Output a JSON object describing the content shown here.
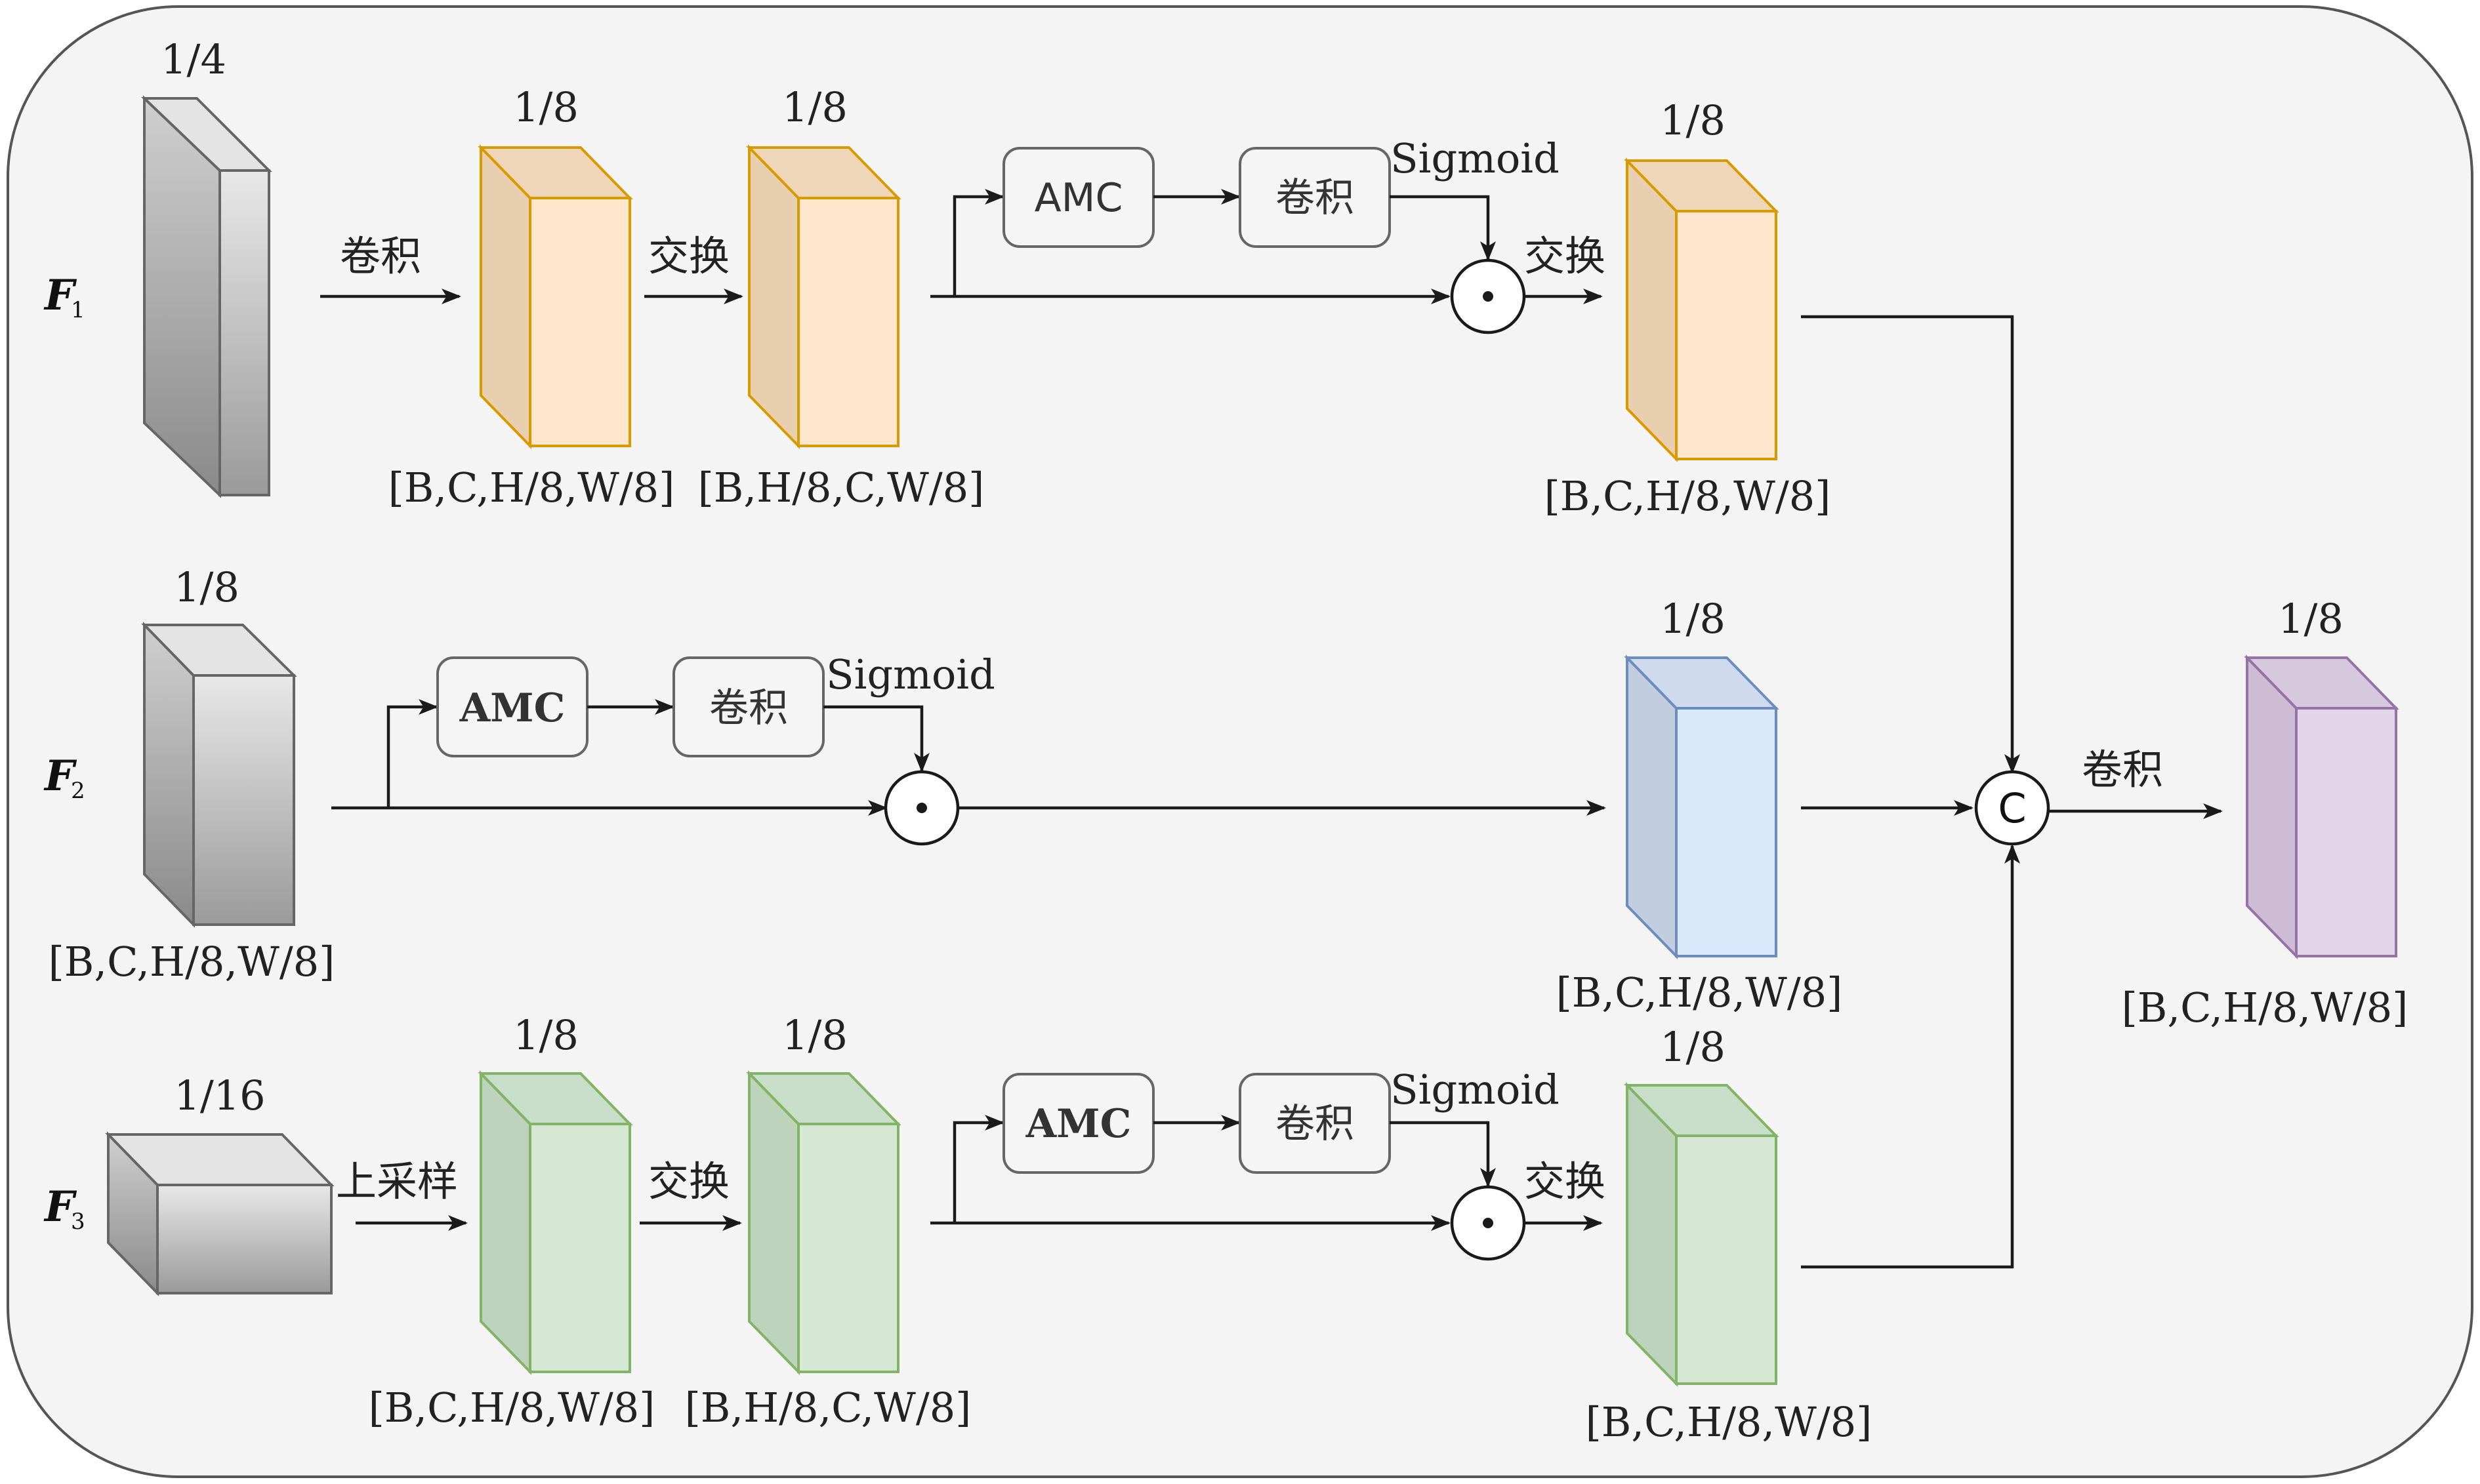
{
  "colors": {
    "gray_front": "#d6d6d6",
    "gray_side": "#a8a8a8",
    "gray_stroke": "#666666",
    "orange_front": "#ffe6cc",
    "orange_side": "#e8cfb0",
    "orange_stroke": "#d79b00",
    "green_front": "#d5e8d4",
    "green_side": "#bdd3bc",
    "green_stroke": "#82b366",
    "blue_front": "#dae8fc",
    "blue_side": "#c3cde0",
    "blue_stroke": "#6c8ebf",
    "purple_front": "#e1d5e7",
    "purple_side": "#cdbcd3",
    "purple_stroke": "#9673a6",
    "panel_bg": "#f4f4f4"
  },
  "inputs": [
    {
      "id": "F1",
      "name": "F",
      "subscript": "1",
      "scale": "1/4",
      "shape": ""
    },
    {
      "id": "F2",
      "name": "F",
      "subscript": "2",
      "scale": "1/8",
      "shape": "[B,C,H/8,W/8]"
    },
    {
      "id": "F3",
      "name": "F",
      "subscript": "3",
      "scale": "1/16",
      "shape": ""
    }
  ],
  "row1": {
    "op1": "卷积",
    "block1": {
      "scale": "1/8",
      "shape": "[B,C,H/8,W/8]"
    },
    "op2": "交换",
    "block2": {
      "scale": "1/8",
      "shape": "[B,H/8,C,W/8]"
    },
    "amc": "AMC",
    "conv": "卷积",
    "sigmoid": "Sigmoid",
    "op3": "交换",
    "block3": {
      "scale": "1/8",
      "shape": "[B,C,H/8,W/8]"
    }
  },
  "row2": {
    "amc": "AMC",
    "conv": "卷积",
    "sigmoid": "Sigmoid",
    "block": {
      "scale": "1/8",
      "shape": "[B,C,H/8,W/8]"
    }
  },
  "row3": {
    "op1": "上采样",
    "block1": {
      "scale": "1/8",
      "shape": "[B,C,H/8,W/8]"
    },
    "op2": "交换",
    "block2": {
      "scale": "1/8",
      "shape": "[B,H/8,C,W/8]"
    },
    "amc": "AMC",
    "conv": "卷积",
    "sigmoid": "Sigmoid",
    "op3": "交换",
    "block3": {
      "scale": "1/8",
      "shape": "[B,C,H/8,W/8]"
    }
  },
  "output": {
    "concat_symbol": "C",
    "op": "卷积",
    "block": {
      "scale": "1/8",
      "shape": "[B,C,H/8,W/8]"
    }
  },
  "multiply_symbol": "⊙"
}
